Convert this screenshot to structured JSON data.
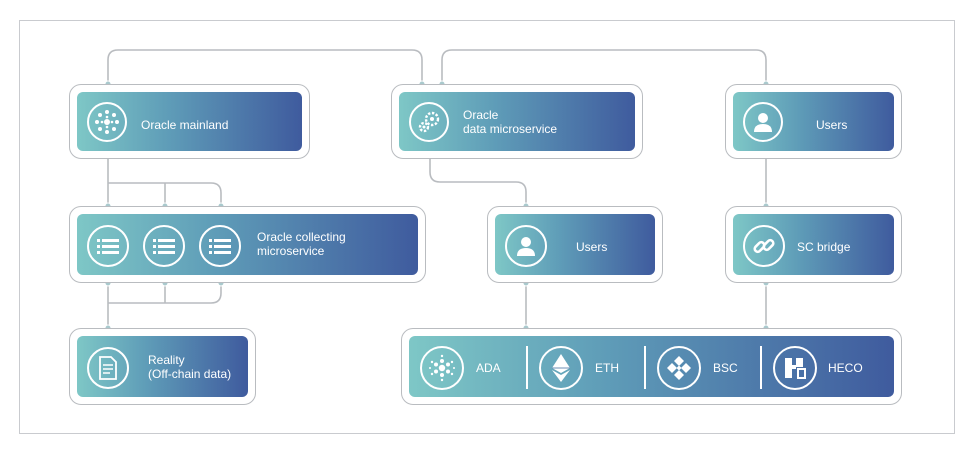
{
  "nodes": {
    "oracle_mainland": {
      "label": "Oracle mainland"
    },
    "oracle_data": {
      "label_line1": "Oracle",
      "label_line2": "data microservice"
    },
    "users_top": {
      "label": "Users"
    },
    "oracle_collecting": {
      "label_line1": "Oracle collecting",
      "label_line2": "microservice"
    },
    "users_mid": {
      "label": "Users"
    },
    "sc_bridge": {
      "label": "SC bridge"
    },
    "reality": {
      "label_line1": "Reality",
      "label_line2": "(Off-chain data)"
    }
  },
  "chains": [
    {
      "label": "ADA",
      "icon": "cardano-icon"
    },
    {
      "label": "ETH",
      "icon": "ethereum-icon"
    },
    {
      "label": "BSC",
      "icon": "binance-icon"
    },
    {
      "label": "HECO",
      "icon": "heco-icon"
    }
  ],
  "colors": {
    "gradient_start": "#7ec7c6",
    "gradient_end": "#3f5b9e",
    "connector": "#b9bcc0",
    "border": "#c9cbcf"
  }
}
